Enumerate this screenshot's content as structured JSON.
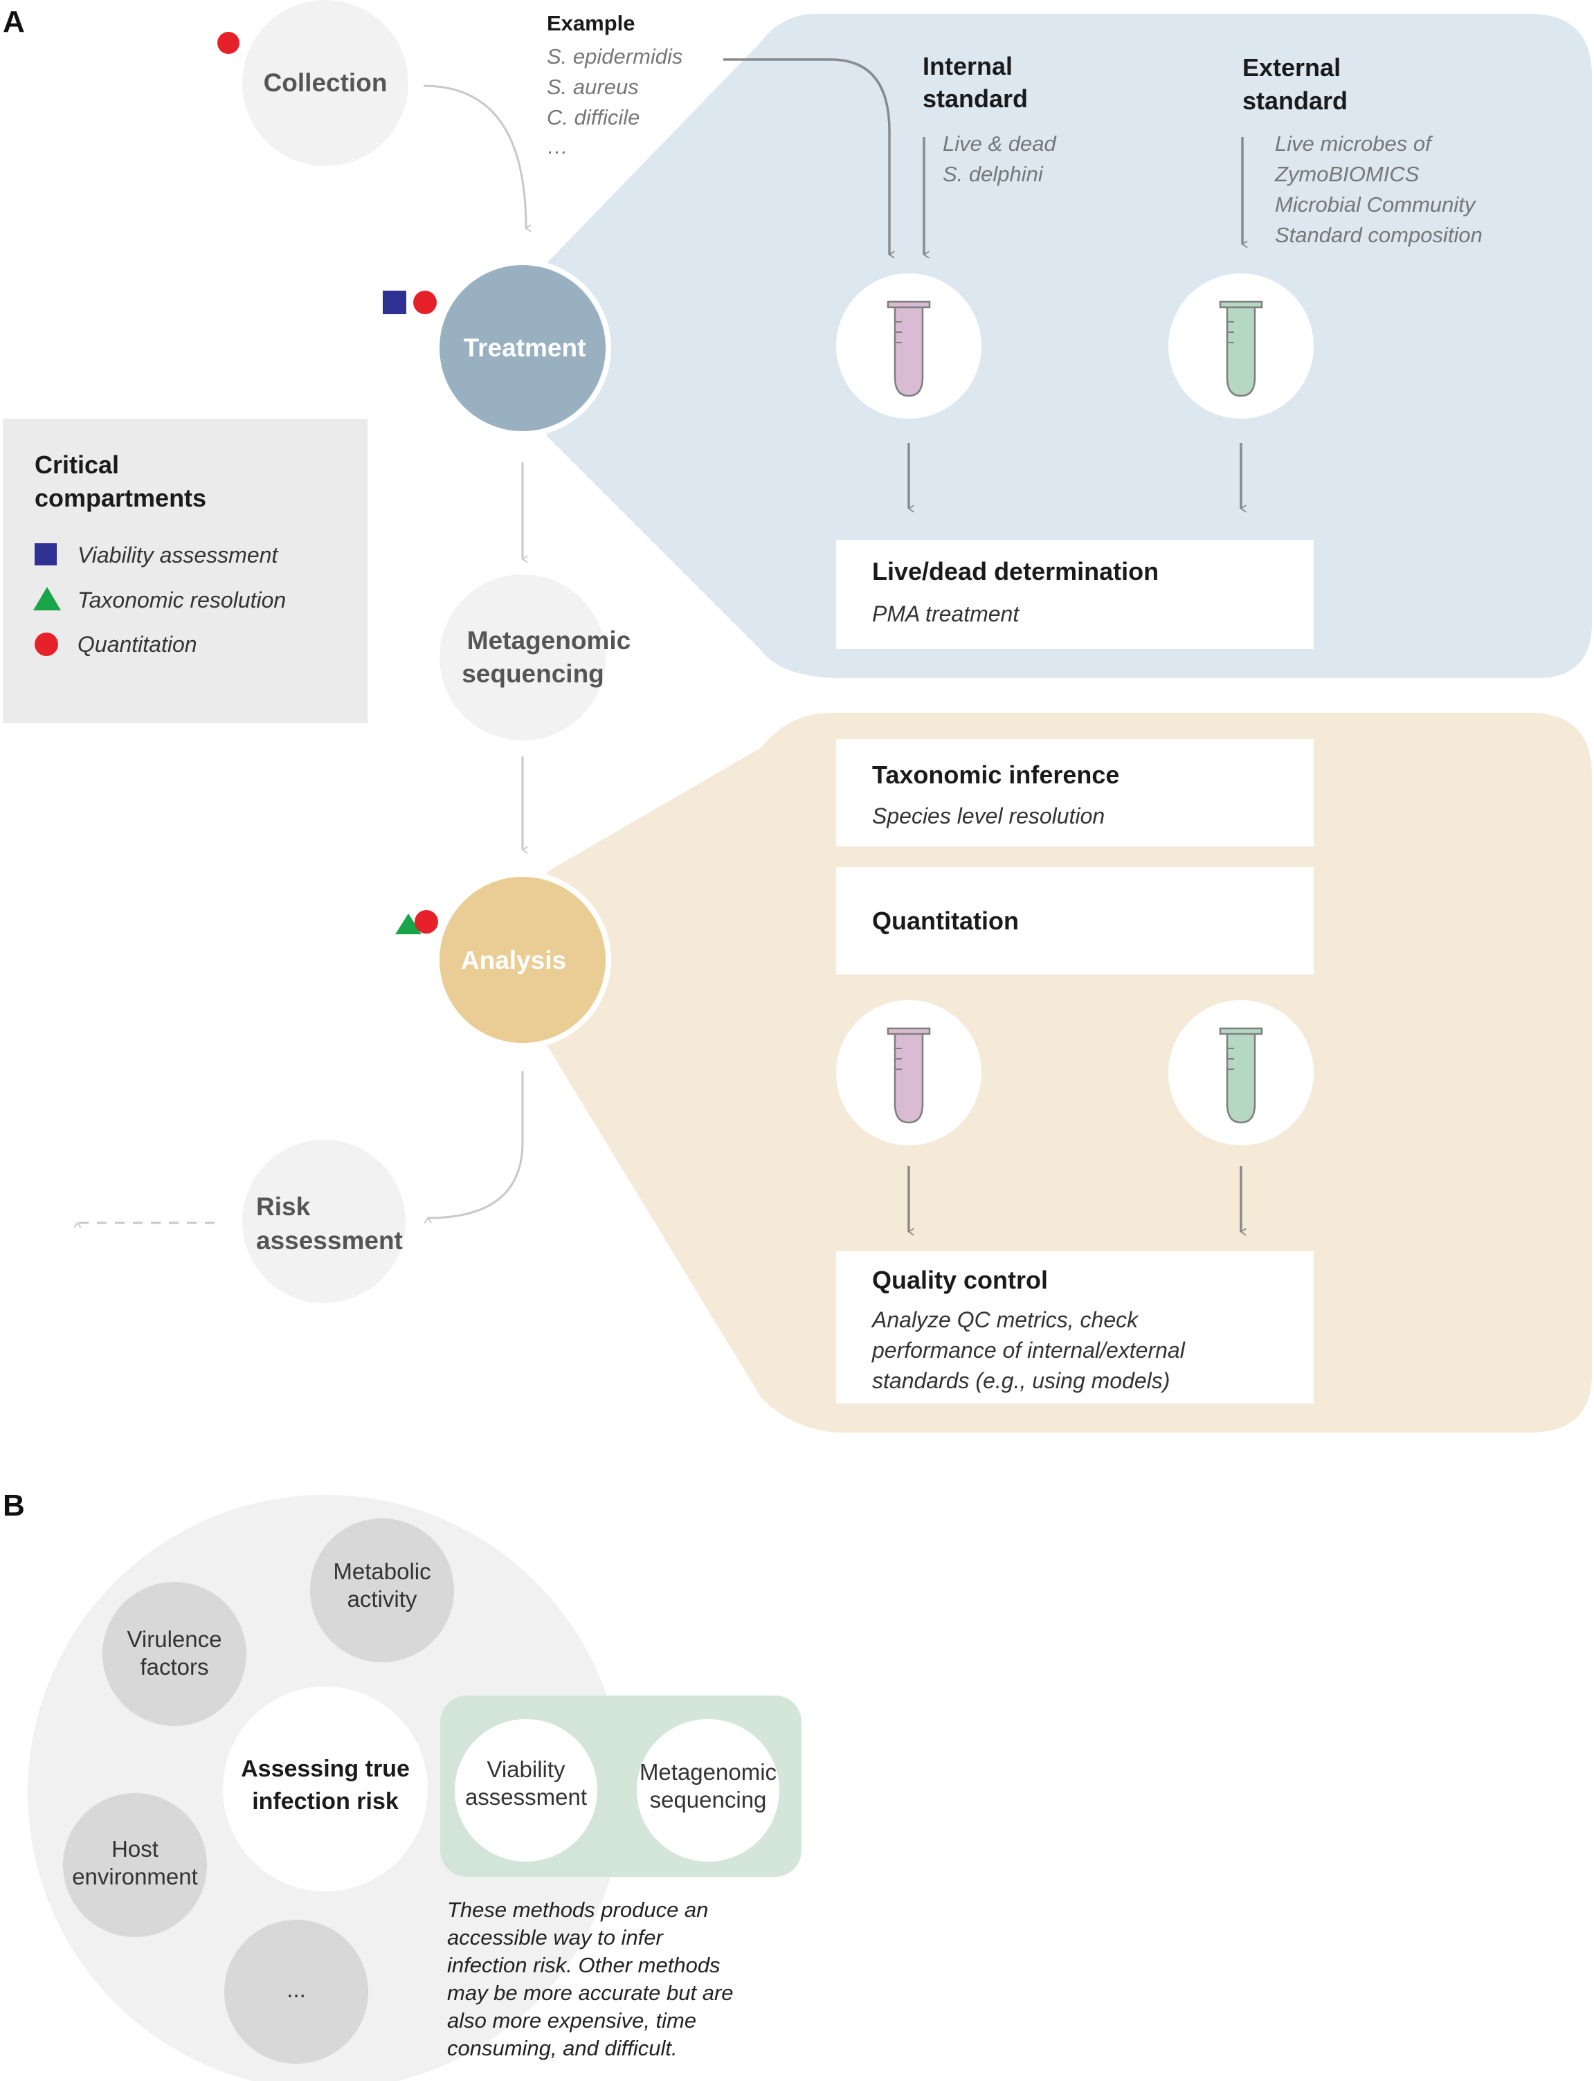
{
  "colors": {
    "treatment": "#98b0bf",
    "analysis": "#e9cd95",
    "blue_panel": "#dce7ef",
    "tan_panel": "#f5e9d8",
    "node_grey": "#f2f2f2",
    "legend_bg": "#ebebeb",
    "square_blue": "#2e3192",
    "triangle_green": "#1aa54a",
    "circle_red": "#e62129",
    "tube_pink": "#d9bcd3",
    "tube_green": "#b6d8c2",
    "green_box": "#cfe3d5"
  },
  "panel_a": {
    "letter": "A",
    "nodes": {
      "collection": "Collection",
      "treatment": "Treatment",
      "metagenomic_1": "Metagenomic",
      "metagenomic_2": "sequencing",
      "analysis": "Analysis",
      "risk_1": "Risk",
      "risk_2": "assessment"
    },
    "example": {
      "title": "Example",
      "items": [
        "S. epidermidis",
        "S. aureus",
        "C. difficile",
        "…"
      ]
    },
    "internal_standard": {
      "title_1": "Internal",
      "title_2": "standard",
      "desc_1": "Live & dead",
      "desc_2": "S. delphini"
    },
    "external_standard": {
      "title_1": "External",
      "title_2": "standard",
      "desc_1": "Live microbes of",
      "desc_2": "ZymoBIOMICS",
      "desc_3": "Microbial Community",
      "desc_4": "Standard composition"
    },
    "live_dead": {
      "title": "Live/dead determination",
      "desc": "PMA treatment"
    },
    "taxonomic": {
      "title": "Taxonomic inference",
      "desc": "Species level resolution"
    },
    "quantitation_box": {
      "title": "Quantitation"
    },
    "quality_control": {
      "title": "Quality control",
      "desc_1": "Analyze QC metrics, check",
      "desc_2": "performance of internal/external",
      "desc_3": "standards (e.g., using models)"
    },
    "legend": {
      "title_1": "Critical",
      "title_2": "compartments",
      "items": [
        {
          "shape": "square",
          "label": "Viability assessment"
        },
        {
          "shape": "triangle",
          "label": "Taxonomic resolution"
        },
        {
          "shape": "circle",
          "label": "Quantitation"
        }
      ]
    }
  },
  "panel_b": {
    "letter": "B",
    "center_1": "Assessing true",
    "center_2": "infection risk",
    "metabolic_1": "Metabolic",
    "metabolic_2": "activity",
    "virulence_1": "Virulence",
    "virulence_2": "factors",
    "host_1": "Host",
    "host_2": "environment",
    "more": "...",
    "viability_1": "Viability",
    "viability_2": "assessment",
    "metagenomic_1": "Metagenomic",
    "metagenomic_2": "sequencing",
    "note": [
      "These methods produce an",
      "accessible way to infer",
      "infection risk. Other methods",
      "may be more accurate but are",
      "also more expensive, time",
      "consuming, and difficult."
    ]
  }
}
